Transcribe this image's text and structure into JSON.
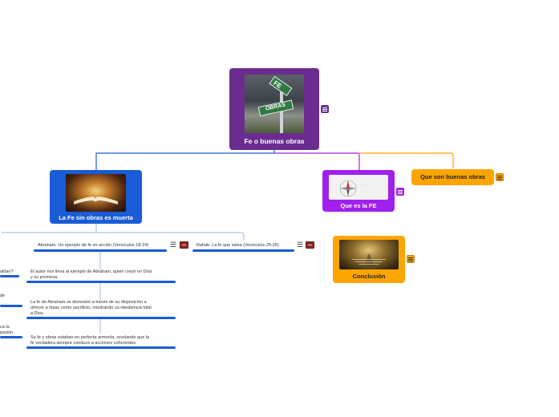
{
  "root": {
    "title": "Fe o buenas obras",
    "sign_top": "FE",
    "sign_bottom": "OBRAS",
    "color": "#6a2d8f"
  },
  "branches": {
    "left": {
      "title": "La Fe sin obras es muerta",
      "color": "#1a5cd6"
    },
    "middle": {
      "title": "Que es la FE",
      "color": "#a020f0"
    },
    "right": {
      "title": "Que son buenas obras",
      "color": "#ffa500"
    },
    "conclusion": {
      "title": "Conclusión",
      "color": "#ffa500"
    }
  },
  "subtopics": {
    "abraham": "Abraham: Un ejemplo de fe en acción (Versículos 18-24)",
    "rahab": "Rahab: La fe que salva (Versículos 25-26)"
  },
  "abraham_points": [
    "El autor nos lleva al ejemplo de Abraham, quien creyó en Dios\ny su promesa.",
    "La fe de Abraham se demostró a través de su disposición a\nofrecer a Isaac como sacrificio, mostrando su obediencia total\na Dios.",
    "Su fe y obras estaban en perfecta armonía, revelando que la\nfe verdadera siempre conduce a acciones coherentes."
  ],
  "cutoff_fragments": {
    "a": "aldan?",
    "b": "de",
    "c": "ca la\npasión."
  }
}
